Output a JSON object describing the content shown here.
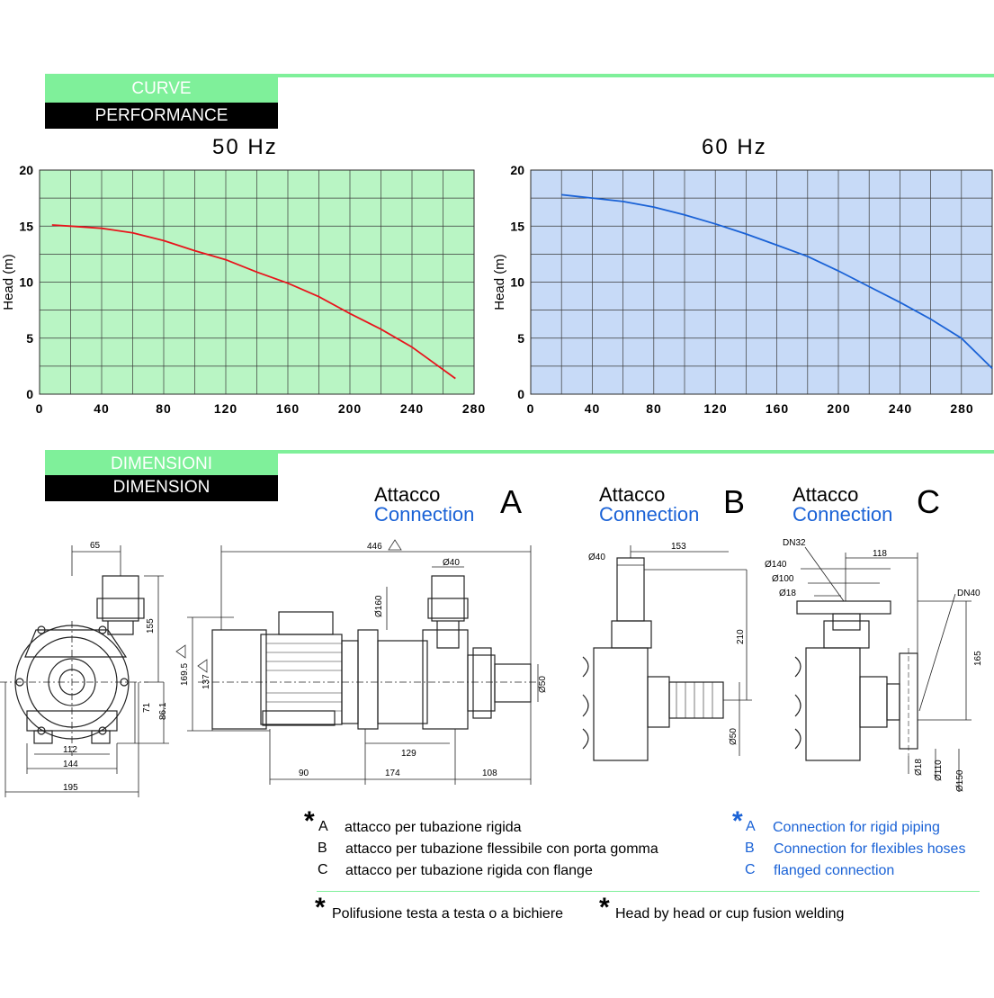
{
  "sections": {
    "curve_label": "CURVE",
    "performance_label": "PERFORMANCE",
    "dimensioni_label": "DIMENSIONI",
    "dimension_label": "DIMENSION"
  },
  "chart_data": [
    {
      "type": "line",
      "title": "50 Hz",
      "ylabel": "Head (m)",
      "xlabel": "",
      "xlim": [
        0,
        280
      ],
      "ylim": [
        0,
        20
      ],
      "xticks": [
        "0",
        "40",
        "80",
        "120",
        "160",
        "200",
        "240",
        "280"
      ],
      "yticks": [
        "0",
        "5",
        "10",
        "15",
        "20"
      ],
      "grid": true,
      "background": "#b9f5c4",
      "series": [
        {
          "color": "#e8141c",
          "x": [
            8,
            20,
            40,
            60,
            80,
            100,
            120,
            140,
            160,
            180,
            200,
            220,
            240,
            268
          ],
          "y": [
            15.1,
            15.0,
            14.8,
            14.4,
            13.7,
            12.8,
            12.0,
            10.9,
            9.9,
            8.7,
            7.2,
            5.8,
            4.2,
            1.4
          ]
        }
      ]
    },
    {
      "type": "line",
      "title": "60 Hz",
      "ylabel": "Head (m)",
      "xlabel": "",
      "xlim": [
        0,
        300
      ],
      "ylim": [
        0,
        20
      ],
      "xticks": [
        "0",
        "40",
        "80",
        "120",
        "160",
        "200",
        "240",
        "280"
      ],
      "yticks": [
        "0",
        "5",
        "10",
        "15",
        "20"
      ],
      "grid": true,
      "background": "#c7daf7",
      "series": [
        {
          "color": "#1a62d6",
          "x": [
            20,
            40,
            60,
            80,
            100,
            120,
            140,
            160,
            180,
            200,
            220,
            240,
            260,
            280,
            300
          ],
          "y": [
            17.8,
            17.5,
            17.2,
            16.7,
            16.0,
            15.2,
            14.3,
            13.3,
            12.3,
            11.0,
            9.6,
            8.2,
            6.7,
            5.0,
            2.3
          ]
        }
      ]
    }
  ],
  "connections": [
    {
      "letter": "A",
      "it": "Attacco",
      "en": "Connection"
    },
    {
      "letter": "B",
      "it": "Attacco",
      "en": "Connection"
    },
    {
      "letter": "C",
      "it": "Attacco",
      "en": "Connection"
    }
  ],
  "dimensions": {
    "front_view": [
      "65",
      "155",
      "71",
      "86.1",
      "112",
      "144",
      "195"
    ],
    "side_view": [
      "446",
      "Ø40",
      "Ø160",
      "169.5",
      "137",
      "Ø50",
      "129",
      "90",
      "174",
      "108"
    ],
    "conn_b": [
      "Ø40",
      "153",
      "210",
      "Ø50"
    ],
    "conn_c": [
      "DN32",
      "118",
      "Ø140",
      "Ø100",
      "Ø18",
      "DN40",
      "165",
      "Ø18",
      "Ø110",
      "Ø150"
    ]
  },
  "legend_it": [
    {
      "letter": "A",
      "text": "attacco per tubazione rigida"
    },
    {
      "letter": "B",
      "text": "attacco per tubazione flessibile con porta gomma"
    },
    {
      "letter": "C",
      "text": "attacco per tubazione rigida con flange"
    }
  ],
  "legend_en": [
    {
      "letter": "A",
      "text": "Connection for rigid piping"
    },
    {
      "letter": "B",
      "text": "Connection for flexibles hoses"
    },
    {
      "letter": "C",
      "text": "flanged connection"
    }
  ],
  "notes": {
    "star": "*",
    "it": "Polifusione testa a testa o a bichiere",
    "en": "Head by head or cup fusion welding"
  },
  "colors": {
    "accent_green": "#7ff09a",
    "blue_text": "#1a62d6"
  }
}
